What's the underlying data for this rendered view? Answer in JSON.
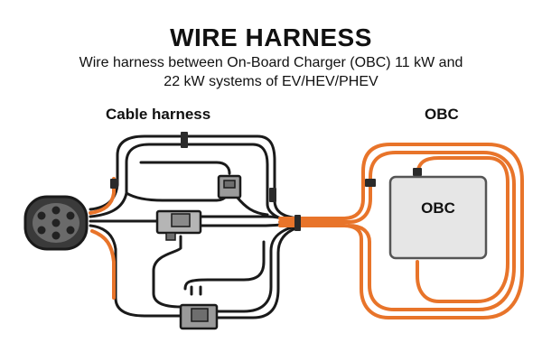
{
  "header": {
    "title": "WIRE HARNESS",
    "subtitle_line1": "Wire harness between On-Board Charger (OBC) 11 kW and",
    "subtitle_line2": "22 kW systems of EV/HEV/PHEV"
  },
  "labels": {
    "cable_harness": "Cable harness",
    "obc": "OBC"
  },
  "obc_unit": {
    "label": "OBC"
  },
  "colors": {
    "black_wire": "#1a1a1a",
    "orange_wire": "#e8742a",
    "connector_gray": "#9a9a9a",
    "obc_box": "#e6e6e6"
  }
}
